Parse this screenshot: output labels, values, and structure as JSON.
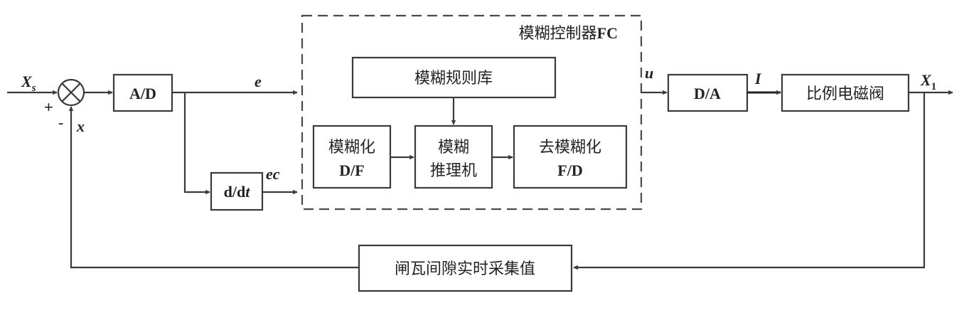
{
  "labels": {
    "input": "X",
    "input_sub": "s",
    "plus": "+",
    "minus": "-",
    "feedback_var": "x",
    "error": "e",
    "error_change": "ec",
    "control": "u",
    "current": "I",
    "output": "X",
    "output_sub": "1"
  },
  "blocks": {
    "ad": "A/D",
    "ddt_d": "d/d",
    "ddt_t": "t",
    "fc_title_cn": "模糊控制器",
    "fc_title_en": "FC",
    "rule_base": "模糊规则库",
    "fuzzify_cn": "模糊化",
    "fuzzify_en": "D/F",
    "inference_1": "模糊",
    "inference_2": "推理机",
    "defuzzify_cn": "去模糊化",
    "defuzzify_en": "F/D",
    "da": "D/A",
    "valve": "比例电磁阀",
    "sensor": "闸瓦间隙实时采集值"
  }
}
